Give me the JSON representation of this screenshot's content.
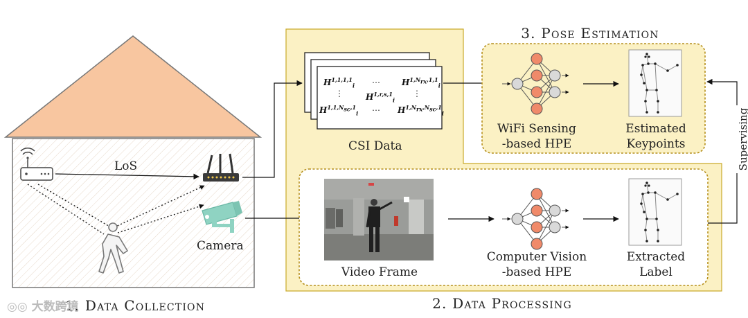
{
  "labels": {
    "los": "LoS",
    "camera": "Camera",
    "csi_data": "CSI Data",
    "wifi_hpe_line1": "WiFi Sensing",
    "wifi_hpe_line2": "-based HPE",
    "estimated_line1": "Estimated",
    "estimated_line2": "Keypoints",
    "video_frame": "Video Frame",
    "cv_hpe_line1": "Computer Vision",
    "cv_hpe_line2": "-based HPE",
    "extracted_line1": "Extracted",
    "extracted_line2": "Label",
    "supervising": "Supervising"
  },
  "sections": {
    "data_collection": "1. Data Collection",
    "data_processing": "2. Data Processing",
    "pose_estimation": "3. Pose Estimation"
  },
  "csi_matrix": {
    "h11": "1,1,1,1",
    "h1n": "1,N",
    "h1n_sub": "rx",
    "h1n_tail": ",1,1",
    "hmid": "1,r,s,1",
    "hbl": "1,1,N",
    "hbl_sub": "sc",
    "hbl_tail": ",1",
    "hbr": "1,N",
    "hbr_sub": "rx",
    "hbr_mid": ",N",
    "hbr_sub2": "sc",
    "hbr_tail": ",1",
    "sub_i": "i"
  },
  "watermark": "大数跨境",
  "colors": {
    "roof": "#f8c6a0",
    "house_bg": "#faf4ee",
    "processing_bg": "#fbf1c4",
    "processing_border": "#c9a92a",
    "dashed_border": "#b58f1c",
    "node_orange": "#f08a6a",
    "node_grey": "#d9d9d9",
    "camera_teal": "#8fd3c2"
  }
}
